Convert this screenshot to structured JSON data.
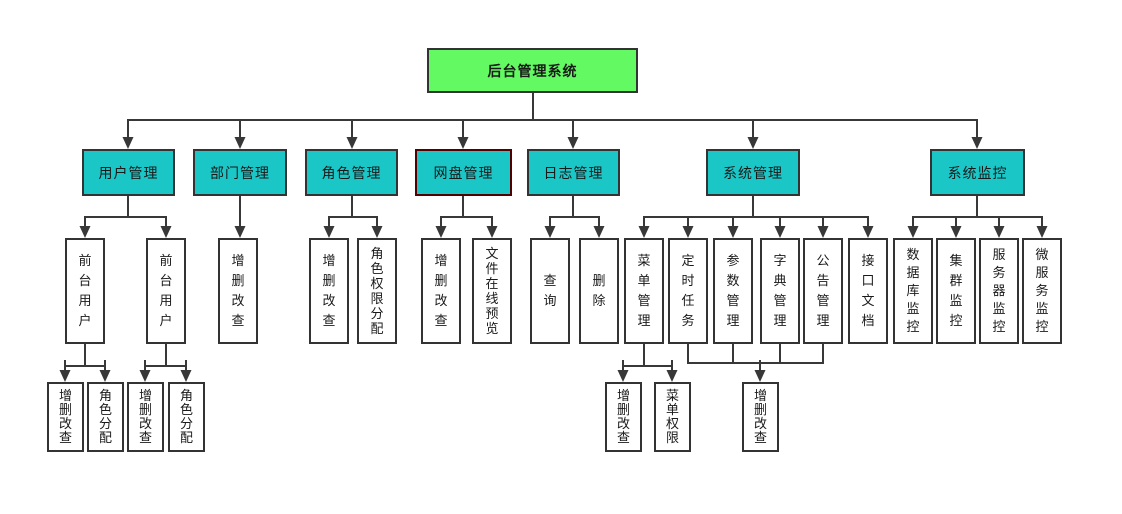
{
  "diagram": {
    "type": "tree-flowchart",
    "title": "后台管理系统",
    "colors": {
      "root_fill": "#63F963",
      "branch_fill": "#1BC6C6",
      "leaf_fill": "#FFFFFF",
      "node_border": "#333333",
      "highlight_border": "#550000",
      "line": "#383838",
      "text": "#1A1A1A"
    },
    "nodes": [
      {
        "id": "root",
        "label": "后台管理系统",
        "parent": null
      },
      {
        "id": "user-mgmt",
        "label": "用户管理",
        "parent": "root"
      },
      {
        "id": "dept-mgmt",
        "label": "部门管理",
        "parent": "root"
      },
      {
        "id": "role-mgmt",
        "label": "角色管理",
        "parent": "root"
      },
      {
        "id": "disk-mgmt",
        "label": "网盘管理",
        "parent": "root",
        "highlighted": true
      },
      {
        "id": "log-mgmt",
        "label": "日志管理",
        "parent": "root"
      },
      {
        "id": "sys-mgmt",
        "label": "系统管理",
        "parent": "root"
      },
      {
        "id": "sys-monitor",
        "label": "系统监控",
        "parent": "root"
      },
      {
        "id": "front-user-1",
        "label": "前台用户",
        "parent": "user-mgmt"
      },
      {
        "id": "front-user-2",
        "label": "前台用户",
        "parent": "user-mgmt"
      },
      {
        "id": "dept-crud",
        "label": "增删改查",
        "parent": "dept-mgmt"
      },
      {
        "id": "role-crud",
        "label": "增删改查",
        "parent": "role-mgmt"
      },
      {
        "id": "role-perm-assign",
        "label": "角色权限分配",
        "parent": "role-mgmt"
      },
      {
        "id": "disk-crud",
        "label": "增删改查",
        "parent": "disk-mgmt"
      },
      {
        "id": "file-preview",
        "label": "文件在线预览",
        "parent": "disk-mgmt"
      },
      {
        "id": "log-query",
        "label": "查询",
        "parent": "log-mgmt"
      },
      {
        "id": "log-delete",
        "label": "删除",
        "parent": "log-mgmt"
      },
      {
        "id": "menu-mgmt",
        "label": "菜单管理",
        "parent": "sys-mgmt"
      },
      {
        "id": "cron-task",
        "label": "定时任务",
        "parent": "sys-mgmt"
      },
      {
        "id": "param-mgmt",
        "label": "参数管理",
        "parent": "sys-mgmt"
      },
      {
        "id": "dict-mgmt",
        "label": "字典管理",
        "parent": "sys-mgmt"
      },
      {
        "id": "notice-mgmt",
        "label": "公告管理",
        "parent": "sys-mgmt"
      },
      {
        "id": "api-doc",
        "label": "接口文档",
        "parent": "sys-mgmt"
      },
      {
        "id": "db-monitor",
        "label": "数据库监控",
        "parent": "sys-monitor"
      },
      {
        "id": "cluster-monitor",
        "label": "集群监控",
        "parent": "sys-monitor"
      },
      {
        "id": "server-monitor",
        "label": "服务器监控",
        "parent": "sys-monitor"
      },
      {
        "id": "micro-monitor",
        "label": "微服务监控",
        "parent": "sys-monitor"
      },
      {
        "id": "user1-crud",
        "label": "增删改查",
        "parent": "front-user-1"
      },
      {
        "id": "user1-role-assign",
        "label": "角色分配",
        "parent": "front-user-1"
      },
      {
        "id": "user2-crud",
        "label": "增删改查",
        "parent": "front-user-2"
      },
      {
        "id": "user2-role-assign",
        "label": "角色分配",
        "parent": "front-user-2"
      },
      {
        "id": "menu-crud",
        "label": "增删改查",
        "parent": "menu-mgmt"
      },
      {
        "id": "menu-perm",
        "label": "菜单权限",
        "parent": "menu-mgmt"
      },
      {
        "id": "shared-crud",
        "label": "增删改查",
        "parent": [
          "cron-task",
          "param-mgmt",
          "dict-mgmt",
          "notice-mgmt"
        ]
      }
    ]
  }
}
